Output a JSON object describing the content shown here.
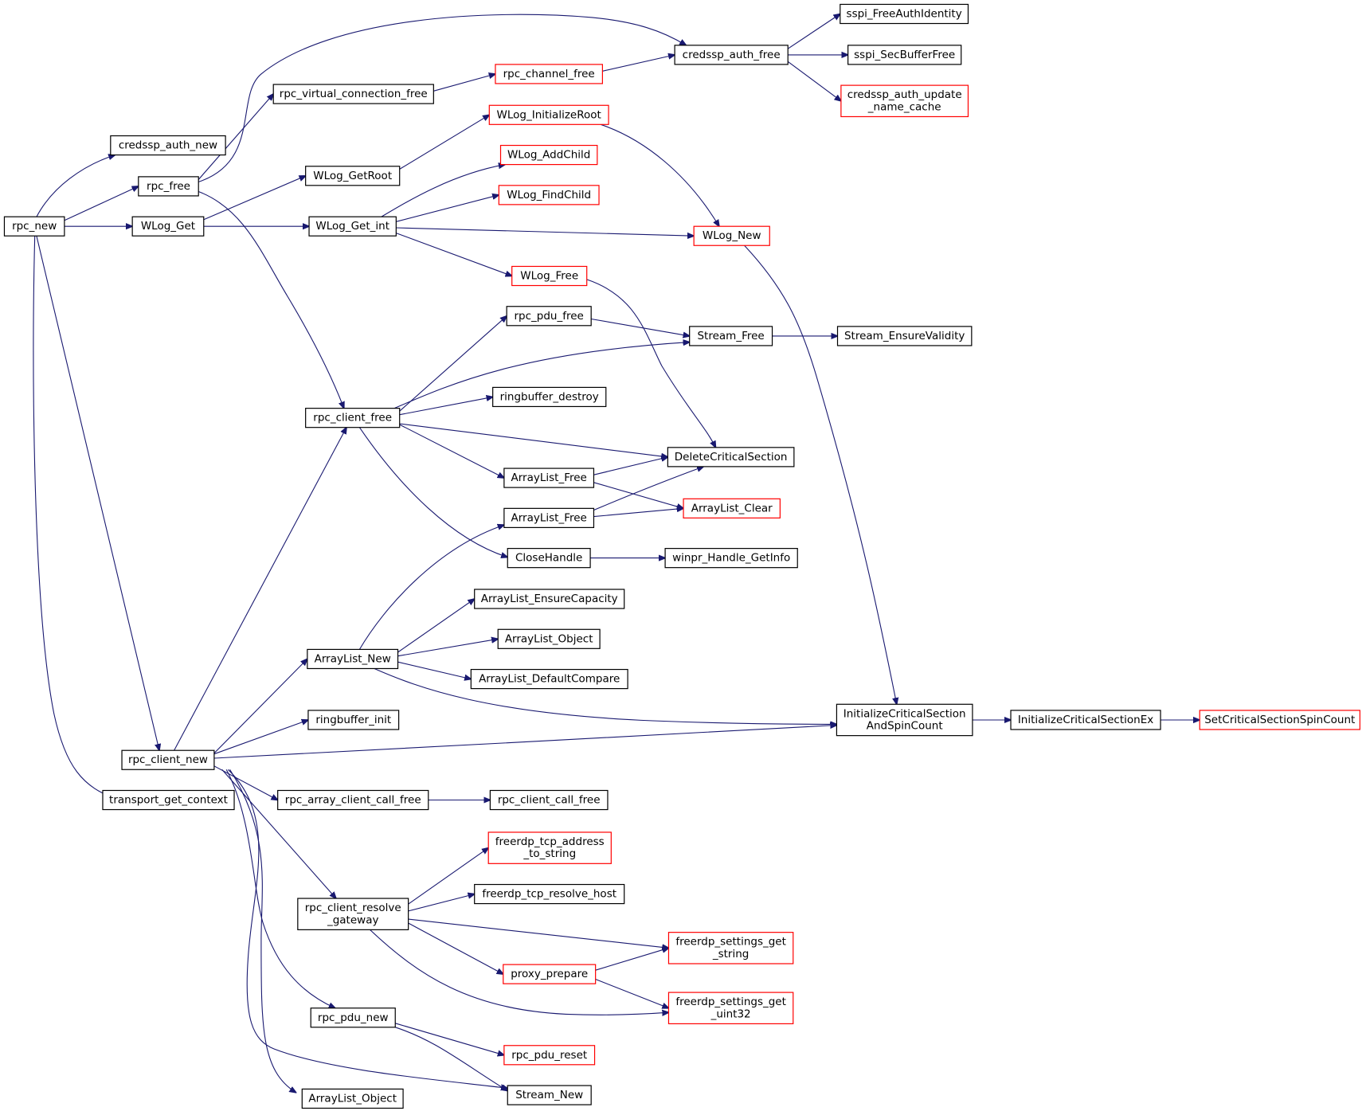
{
  "colors": {
    "edge": "#191970",
    "border_default": "#000000",
    "border_missing": "#ff0000",
    "root_fill": "#bfbfbf",
    "background": "#ffffff"
  },
  "nodes": [
    {
      "id": "rpc_new",
      "lines": [
        "rpc_new"
      ],
      "style": "root"
    },
    {
      "id": "credssp_auth_new",
      "lines": [
        "credssp_auth_new"
      ],
      "style": "normal"
    },
    {
      "id": "rpc_free",
      "lines": [
        "rpc_free"
      ],
      "style": "normal"
    },
    {
      "id": "WLog_Get",
      "lines": [
        "WLog_Get"
      ],
      "style": "normal"
    },
    {
      "id": "rpc_client_new",
      "lines": [
        "rpc_client_new"
      ],
      "style": "normal"
    },
    {
      "id": "transport_get_context",
      "lines": [
        "transport_get_context"
      ],
      "style": "normal"
    },
    {
      "id": "rpc_virtual_connection_free",
      "lines": [
        "rpc_virtual_connection_free"
      ],
      "style": "normal"
    },
    {
      "id": "WLog_GetRoot",
      "lines": [
        "WLog_GetRoot"
      ],
      "style": "normal"
    },
    {
      "id": "WLog_Get_int",
      "lines": [
        "WLog_Get_int"
      ],
      "style": "normal"
    },
    {
      "id": "rpc_client_free",
      "lines": [
        "rpc_client_free"
      ],
      "style": "normal"
    },
    {
      "id": "ArrayList_New",
      "lines": [
        "ArrayList_New"
      ],
      "style": "normal"
    },
    {
      "id": "ringbuffer_init",
      "lines": [
        "ringbuffer_init"
      ],
      "style": "normal"
    },
    {
      "id": "rpc_array_client_call_free",
      "lines": [
        "rpc_array_client_call_free"
      ],
      "style": "normal"
    },
    {
      "id": "rpc_client_resolve_gateway",
      "lines": [
        "rpc_client_resolve",
        "_gateway"
      ],
      "style": "normal"
    },
    {
      "id": "rpc_pdu_new",
      "lines": [
        "rpc_pdu_new"
      ],
      "style": "normal"
    },
    {
      "id": "ArrayList_Object_a",
      "lines": [
        "ArrayList_Object"
      ],
      "style": "normal"
    },
    {
      "id": "rpc_channel_free",
      "lines": [
        "rpc_channel_free"
      ],
      "style": "missing"
    },
    {
      "id": "WLog_InitializeRoot",
      "lines": [
        "WLog_InitializeRoot"
      ],
      "style": "missing"
    },
    {
      "id": "WLog_AddChild",
      "lines": [
        "WLog_AddChild"
      ],
      "style": "missing"
    },
    {
      "id": "WLog_FindChild",
      "lines": [
        "WLog_FindChild"
      ],
      "style": "missing"
    },
    {
      "id": "WLog_Free",
      "lines": [
        "WLog_Free"
      ],
      "style": "missing"
    },
    {
      "id": "rpc_pdu_free",
      "lines": [
        "rpc_pdu_free"
      ],
      "style": "normal"
    },
    {
      "id": "ringbuffer_destroy",
      "lines": [
        "ringbuffer_destroy"
      ],
      "style": "normal"
    },
    {
      "id": "ArrayList_Free_1",
      "lines": [
        "ArrayList_Free"
      ],
      "style": "normal"
    },
    {
      "id": "ArrayList_Free_2",
      "lines": [
        "ArrayList_Free"
      ],
      "style": "normal"
    },
    {
      "id": "CloseHandle",
      "lines": [
        "CloseHandle"
      ],
      "style": "normal"
    },
    {
      "id": "ArrayList_EnsureCapacity",
      "lines": [
        "ArrayList_EnsureCapacity"
      ],
      "style": "normal"
    },
    {
      "id": "ArrayList_Object_b",
      "lines": [
        "ArrayList_Object"
      ],
      "style": "normal"
    },
    {
      "id": "ArrayList_DefaultCompare",
      "lines": [
        "ArrayList_DefaultCompare"
      ],
      "style": "normal"
    },
    {
      "id": "rpc_client_call_free",
      "lines": [
        "rpc_client_call_free"
      ],
      "style": "normal"
    },
    {
      "id": "freerdp_tcp_address_to_string",
      "lines": [
        "freerdp_tcp_address",
        "_to_string"
      ],
      "style": "missing"
    },
    {
      "id": "freerdp_tcp_resolve_host",
      "lines": [
        "freerdp_tcp_resolve_host"
      ],
      "style": "normal"
    },
    {
      "id": "proxy_prepare",
      "lines": [
        "proxy_prepare"
      ],
      "style": "missing"
    },
    {
      "id": "rpc_pdu_reset",
      "lines": [
        "rpc_pdu_reset"
      ],
      "style": "missing"
    },
    {
      "id": "Stream_New",
      "lines": [
        "Stream_New"
      ],
      "style": "normal"
    },
    {
      "id": "credssp_auth_free",
      "lines": [
        "credssp_auth_free"
      ],
      "style": "normal"
    },
    {
      "id": "WLog_New",
      "lines": [
        "WLog_New"
      ],
      "style": "missing"
    },
    {
      "id": "Stream_Free",
      "lines": [
        "Stream_Free"
      ],
      "style": "normal"
    },
    {
      "id": "DeleteCriticalSection",
      "lines": [
        "DeleteCriticalSection"
      ],
      "style": "normal"
    },
    {
      "id": "ArrayList_Clear",
      "lines": [
        "ArrayList_Clear"
      ],
      "style": "missing"
    },
    {
      "id": "winpr_Handle_GetInfo",
      "lines": [
        "winpr_Handle_GetInfo"
      ],
      "style": "normal"
    },
    {
      "id": "freerdp_settings_get_string",
      "lines": [
        "freerdp_settings_get",
        "_string"
      ],
      "style": "missing"
    },
    {
      "id": "freerdp_settings_get_uint32",
      "lines": [
        "freerdp_settings_get",
        "_uint32"
      ],
      "style": "missing"
    },
    {
      "id": "sspi_FreeAuthIdentity",
      "lines": [
        "sspi_FreeAuthIdentity"
      ],
      "style": "normal"
    },
    {
      "id": "sspi_SecBufferFree",
      "lines": [
        "sspi_SecBufferFree"
      ],
      "style": "normal"
    },
    {
      "id": "credssp_auth_update_name_cache",
      "lines": [
        "credssp_auth_update",
        "_name_cache"
      ],
      "style": "missing"
    },
    {
      "id": "Stream_EnsureValidity",
      "lines": [
        "Stream_EnsureValidity"
      ],
      "style": "normal"
    },
    {
      "id": "InitializeCriticalSectionAndSpinCount",
      "lines": [
        "InitializeCriticalSection",
        "AndSpinCount"
      ],
      "style": "normal"
    },
    {
      "id": "InitializeCriticalSectionEx",
      "lines": [
        "InitializeCriticalSectionEx"
      ],
      "style": "normal"
    },
    {
      "id": "SetCriticalSectionSpinCount",
      "lines": [
        "SetCriticalSectionSpinCount"
      ],
      "style": "missing"
    }
  ],
  "edges": [
    [
      "rpc_new",
      "credssp_auth_new"
    ],
    [
      "rpc_new",
      "rpc_free"
    ],
    [
      "rpc_new",
      "WLog_Get"
    ],
    [
      "rpc_new",
      "rpc_client_new"
    ],
    [
      "rpc_new",
      "transport_get_context"
    ],
    [
      "rpc_free",
      "credssp_auth_free"
    ],
    [
      "rpc_free",
      "rpc_virtual_connection_free"
    ],
    [
      "rpc_free",
      "rpc_client_free"
    ],
    [
      "WLog_Get",
      "WLog_GetRoot"
    ],
    [
      "WLog_Get",
      "WLog_Get_int"
    ],
    [
      "rpc_virtual_connection_free",
      "rpc_channel_free"
    ],
    [
      "rpc_channel_free",
      "credssp_auth_free"
    ],
    [
      "credssp_auth_free",
      "sspi_FreeAuthIdentity"
    ],
    [
      "credssp_auth_free",
      "sspi_SecBufferFree"
    ],
    [
      "credssp_auth_free",
      "credssp_auth_update_name_cache"
    ],
    [
      "WLog_GetRoot",
      "WLog_InitializeRoot"
    ],
    [
      "WLog_InitializeRoot",
      "WLog_New"
    ],
    [
      "WLog_Get_int",
      "WLog_AddChild"
    ],
    [
      "WLog_Get_int",
      "WLog_FindChild"
    ],
    [
      "WLog_Get_int",
      "WLog_New"
    ],
    [
      "WLog_Get_int",
      "WLog_Free"
    ],
    [
      "WLog_Free",
      "DeleteCriticalSection"
    ],
    [
      "WLog_New",
      "InitializeCriticalSectionAndSpinCount"
    ],
    [
      "rpc_client_free",
      "rpc_pdu_free"
    ],
    [
      "rpc_client_free",
      "Stream_Free"
    ],
    [
      "rpc_client_free",
      "ringbuffer_destroy"
    ],
    [
      "rpc_client_free",
      "DeleteCriticalSection"
    ],
    [
      "rpc_client_free",
      "ArrayList_Free_1"
    ],
    [
      "rpc_client_free",
      "CloseHandle"
    ],
    [
      "rpc_pdu_free",
      "Stream_Free"
    ],
    [
      "Stream_Free",
      "Stream_EnsureValidity"
    ],
    [
      "ArrayList_Free_1",
      "DeleteCriticalSection"
    ],
    [
      "ArrayList_Free_1",
      "ArrayList_Clear"
    ],
    [
      "ArrayList_Free_2",
      "DeleteCriticalSection"
    ],
    [
      "ArrayList_Free_2",
      "ArrayList_Clear"
    ],
    [
      "CloseHandle",
      "winpr_Handle_GetInfo"
    ],
    [
      "rpc_client_new",
      "rpc_client_free"
    ],
    [
      "rpc_client_new",
      "ArrayList_New"
    ],
    [
      "rpc_client_new",
      "ringbuffer_init"
    ],
    [
      "rpc_client_new",
      "InitializeCriticalSectionAndSpinCount"
    ],
    [
      "rpc_client_new",
      "rpc_array_client_call_free"
    ],
    [
      "rpc_client_new",
      "rpc_client_resolve_gateway"
    ],
    [
      "rpc_client_new",
      "rpc_pdu_new"
    ],
    [
      "rpc_client_new",
      "Stream_New"
    ],
    [
      "rpc_client_new",
      "ArrayList_Object_a"
    ],
    [
      "ArrayList_New",
      "ArrayList_Free_2"
    ],
    [
      "ArrayList_New",
      "ArrayList_EnsureCapacity"
    ],
    [
      "ArrayList_New",
      "ArrayList_Object_b"
    ],
    [
      "ArrayList_New",
      "ArrayList_DefaultCompare"
    ],
    [
      "ArrayList_New",
      "InitializeCriticalSectionAndSpinCount"
    ],
    [
      "rpc_array_client_call_free",
      "rpc_client_call_free"
    ],
    [
      "rpc_client_resolve_gateway",
      "freerdp_tcp_address_to_string"
    ],
    [
      "rpc_client_resolve_gateway",
      "freerdp_tcp_resolve_host"
    ],
    [
      "rpc_client_resolve_gateway",
      "freerdp_settings_get_string"
    ],
    [
      "rpc_client_resolve_gateway",
      "proxy_prepare"
    ],
    [
      "rpc_client_resolve_gateway",
      "freerdp_settings_get_uint32"
    ],
    [
      "proxy_prepare",
      "freerdp_settings_get_string"
    ],
    [
      "proxy_prepare",
      "freerdp_settings_get_uint32"
    ],
    [
      "rpc_pdu_new",
      "rpc_pdu_reset"
    ],
    [
      "rpc_pdu_new",
      "Stream_New"
    ],
    [
      "InitializeCriticalSectionAndSpinCount",
      "InitializeCriticalSectionEx"
    ],
    [
      "InitializeCriticalSectionEx",
      "SetCriticalSectionSpinCount"
    ]
  ]
}
